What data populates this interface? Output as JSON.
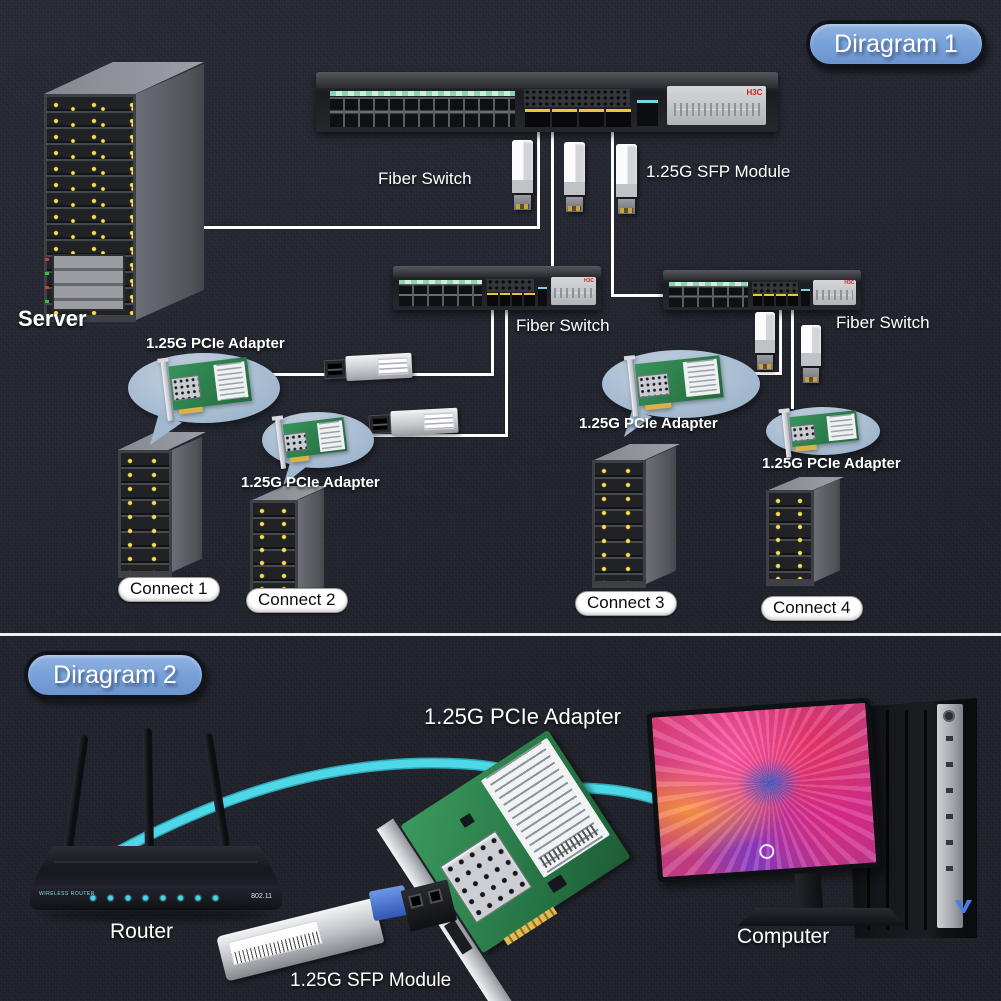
{
  "colors": {
    "background": "#23252e",
    "badge_blue": "#7aa3da",
    "connection_line": "#ffffff",
    "fiber_cable_cyan": "#4dd7e7",
    "callout_ellipse": "#a2b8ce",
    "pcb_green": "#2f8a4f",
    "led_yellow": "#ffe34d",
    "sfp_accent_yellow": "#e7c53c",
    "brand_red": "#c2281e"
  },
  "diagram1": {
    "badge": "Diragram 1",
    "server": {
      "label": "Server"
    },
    "core_switch": {
      "label": "Fiber Switch",
      "brand": "H3C",
      "sfp_label": "1.25G SFP Module"
    },
    "left_switch": {
      "label": "Fiber Switch"
    },
    "right_switch": {
      "label": "Fiber Switch"
    },
    "adapters": [
      {
        "label": "1.25G PCIe Adapter"
      },
      {
        "label": "1.25G PCIe Adapter"
      },
      {
        "label": "1.25G PCIe Adapter"
      },
      {
        "label": "1.25G PCIe Adapter"
      }
    ],
    "clients": [
      {
        "label": "Connect 1"
      },
      {
        "label": "Connect 2"
      },
      {
        "label": "Connect 3"
      },
      {
        "label": "Connect 4"
      }
    ]
  },
  "diagram2": {
    "badge": "Diragram 2",
    "adapter_label": "1.25G PCIe Adapter",
    "router": {
      "label": "Router",
      "front_left_text": "WIRELESS ROUTER",
      "front_right_text": "802.11"
    },
    "sfp_label": "1.25G  SFP Module",
    "computer_label": "Computer"
  }
}
